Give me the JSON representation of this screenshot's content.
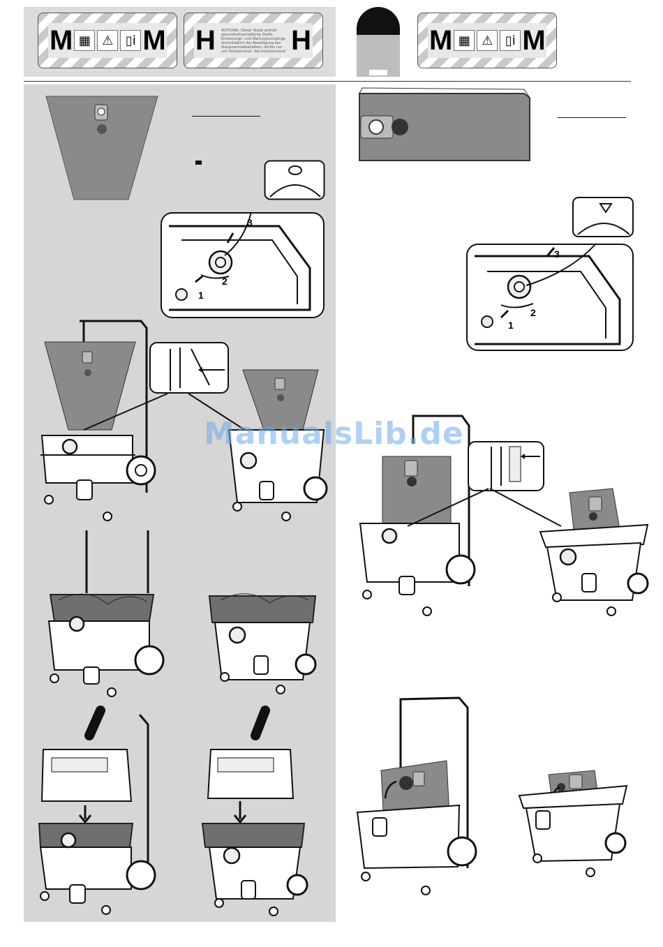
{
  "header": {
    "badge_left": {
      "left_letter": "M",
      "right_letter": "M",
      "icons": [
        "filter-icon",
        "warning-icon",
        "manual-icon"
      ]
    },
    "badge_middle": {
      "left_letter": "H",
      "right_letter": "H",
      "notice_text": "ACHTUNG: Dieser Staub enthält gesundheitsschädliche Stoffe. Entleerungs- und Wartungsvorgänge einschließlich der Beseitigung des Staubsammelbehälters, dürfen nur von Fachpersonal, das entsprechend ausgerüstet ist, durchgeführt werden. Nicht ohne das vollständige Filtersystem betreiben."
    },
    "badge_right": {
      "left_letter": "M",
      "right_letter": "M",
      "icons": [
        "filter-icon",
        "warning-icon",
        "manual-icon"
      ]
    }
  },
  "step_numbers": {
    "one": "1",
    "two": "2",
    "three": "3"
  },
  "watermark": "ManualsLib.de",
  "colors": {
    "panel": "#d6d6d6",
    "bag_gray": "#8a8a8a",
    "line": "#111111"
  }
}
